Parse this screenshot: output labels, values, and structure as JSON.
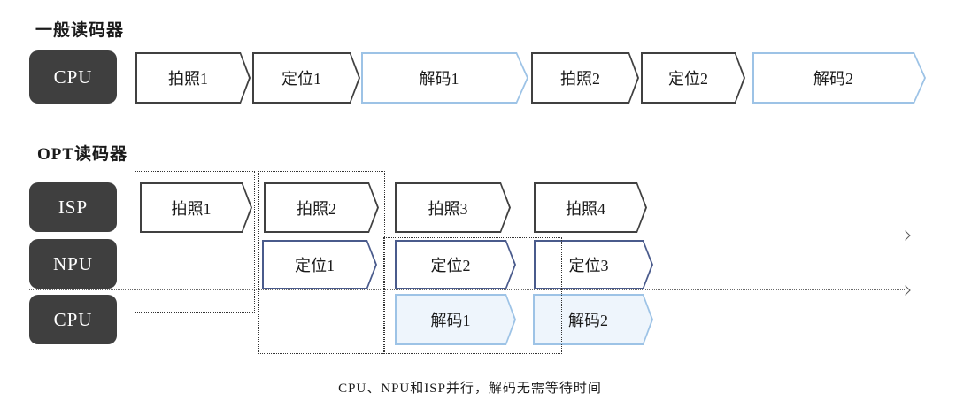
{
  "general": {
    "title": "一般读码器",
    "processor": "CPU",
    "tasks": [
      {
        "label": "拍照1",
        "type": "capture"
      },
      {
        "label": "定位1",
        "type": "locate"
      },
      {
        "label": "解码1",
        "type": "decode"
      },
      {
        "label": "拍照2",
        "type": "capture"
      },
      {
        "label": "定位2",
        "type": "locate"
      },
      {
        "label": "解码2",
        "type": "decode"
      }
    ]
  },
  "opt": {
    "title": "OPT读码器",
    "rows": [
      {
        "processor": "ISP",
        "tasks": [
          {
            "label": "拍照1"
          },
          {
            "label": "拍照2"
          },
          {
            "label": "拍照3"
          },
          {
            "label": "拍照4"
          }
        ]
      },
      {
        "processor": "NPU",
        "tasks": [
          {
            "label": "定位1"
          },
          {
            "label": "定位2"
          },
          {
            "label": "定位3"
          }
        ]
      },
      {
        "processor": "CPU",
        "tasks": [
          {
            "label": "解码1"
          },
          {
            "label": "解码2"
          }
        ]
      }
    ]
  },
  "caption": "CPU、NPU和ISP并行，解码无需等待时间",
  "colors": {
    "processor_box": "#3f3f3f",
    "outline_dark": "#404040",
    "outline_navy": "#4a5b8c",
    "outline_lightblue": "#9dc3e6",
    "fill_white": "#ffffff",
    "fill_lightblue": "#eef5fc"
  }
}
